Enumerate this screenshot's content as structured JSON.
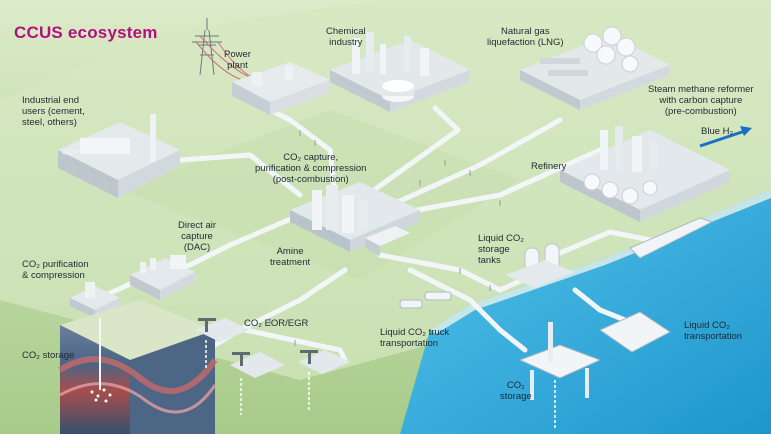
{
  "title": "CCUS ecosystem",
  "labels": {
    "power_plant": "Power\nplant",
    "chemical_industry": "Chemical\nindustry",
    "lng": "Natural gas\nliquefaction (LNG)",
    "smr": "Steam methane reformer\nwith carbon capture\n(pre-combustion)",
    "blue_h2": "Blue H₂",
    "industrial_end_users": "Industrial end\nusers (cement,\nsteel, others)",
    "refinery": "Refinery",
    "co2_capture": "CO₂ capture,\npurification & compression\n(post-combustion)",
    "dac": "Direct air\ncapture\n(DAC)",
    "amine_treatment": "Amine\ntreatment",
    "liquid_co2_storage_tanks": "Liquid CO₂\nstorage\ntanks",
    "co2_purification": "CO₂ purification\n& compression",
    "co2_eor_egr": "CO₂ EOR/EGR",
    "liquid_co2_truck": "Liquid CO₂ truck\ntransportation",
    "liquid_co2_transport": "Liquid CO₂\ntransportation",
    "co2_storage_land": "CO₂ storage",
    "co2_storage_sea": "CO₂\nstorage"
  },
  "colors": {
    "title": "#b0127c",
    "land_light": "#cfe3b8",
    "land_mid": "#bcd9a3",
    "land_dark": "#a9cd8c",
    "sea_light": "#3fb7e3",
    "sea_dark": "#1f9bd0",
    "pipe": "#f1f5f7",
    "blue_arrow": "#1b6fc6"
  }
}
